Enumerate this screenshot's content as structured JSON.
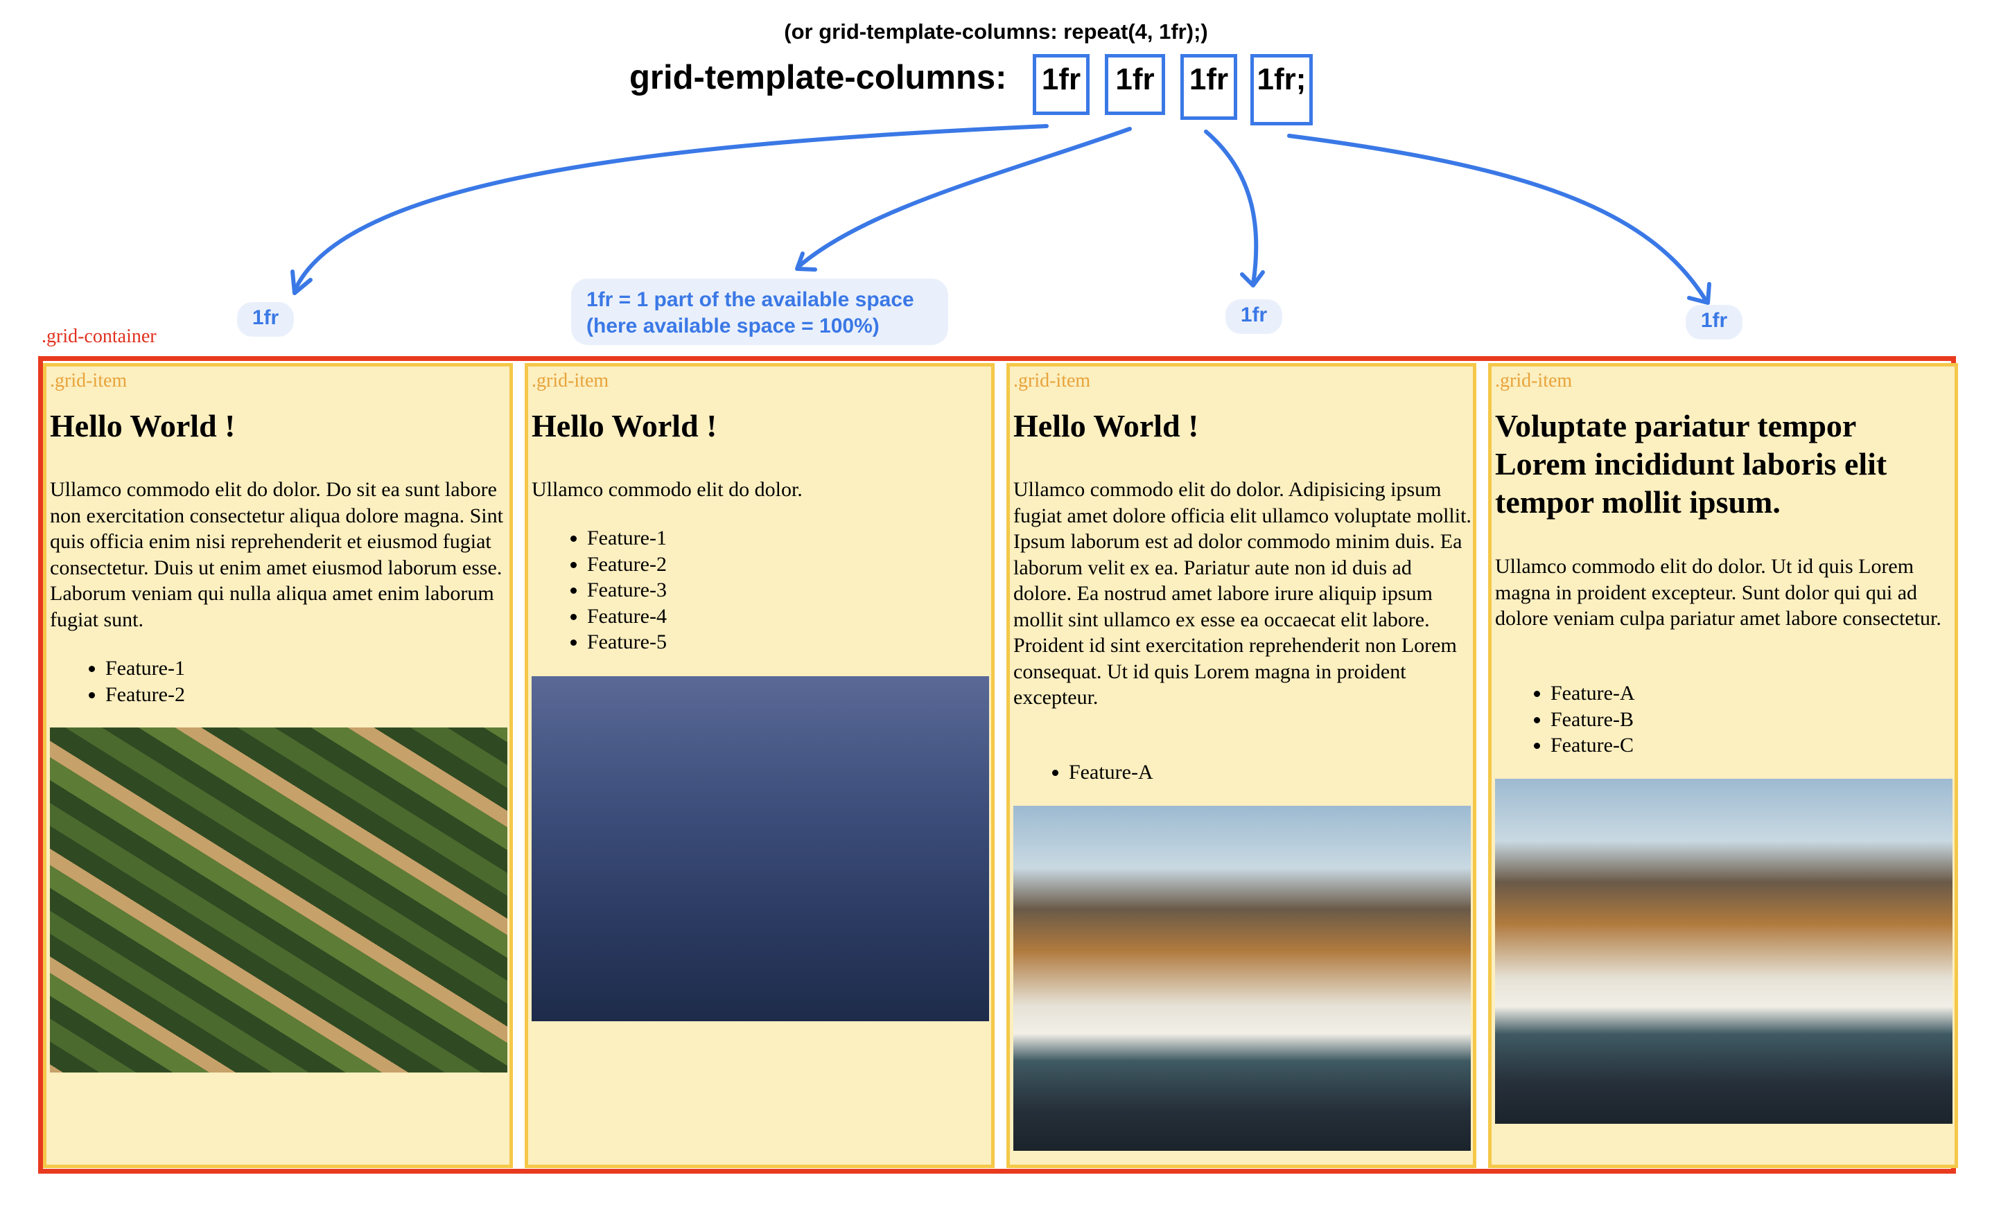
{
  "header": {
    "subtitle": "(or grid-template-columns: repeat(4, 1fr);)",
    "label": "grid-template-columns:",
    "boxes": [
      "1fr",
      "1fr",
      "1fr",
      "1fr;"
    ]
  },
  "annotations": {
    "col1": "1fr",
    "col2_line1": "1fr = 1 part of the available space",
    "col2_line2": "(here available space = 100%)",
    "col3": "1fr",
    "col4": "1fr"
  },
  "container_label": ".grid-container",
  "items": [
    {
      "label": ".grid-item",
      "title": "Hello World !",
      "text": "Ullamco commodo elit do dolor. Do sit ea sunt labore non exercitation consectetur aliqua dolore magna. Sint quis officia enim nisi reprehenderit et eiusmod fugiat consectetur. Duis ut enim amet eiusmod laborum esse. Laborum veniam qui nulla aliqua amet enim laborum fugiat sunt.",
      "features": [
        "Feature-1",
        "Feature-2"
      ],
      "image": "aerial-field-rows-photo"
    },
    {
      "label": ".grid-item",
      "title": "Hello World !",
      "text": "Ullamco commodo elit do dolor.",
      "features": [
        "Feature-1",
        "Feature-2",
        "Feature-3",
        "Feature-4",
        "Feature-5"
      ],
      "image": "ocean-water-photo"
    },
    {
      "label": ".grid-item",
      "title": "Hello World !",
      "text": "Ullamco commodo elit do dolor. Adipisicing ipsum fugiat amet dolore officia elit ullamco voluptate mollit. Ipsum laborum est ad dolor commodo minim duis. Ea laborum velit ex ea. Pariatur aute non id duis ad dolore. Ea nostrud amet labore irure aliquip ipsum mollit sint ullamco ex esse ea occaecat elit labore. Proident id sint exercitation reprehenderit non Lorem consequat. Ut id quis Lorem magna in proident excepteur.",
      "features": [
        "Feature-A"
      ],
      "image": "sailboat-harbor-photo"
    },
    {
      "label": ".grid-item",
      "title": "Voluptate pariatur tempor Lorem incididunt laboris elit tempor mollit ipsum.",
      "text": "Ullamco commodo elit do dolor. Ut id quis Lorem magna in proident excepteur. Sunt dolor qui qui ad dolore veniam culpa pariatur amet labore consectetur.",
      "features": [
        "Feature-A",
        "Feature-B",
        "Feature-C"
      ],
      "image": "sailboat-harbor-photo"
    }
  ],
  "colors": {
    "arrow": "#3a78e6",
    "container_border": "#e83a1f",
    "item_border": "#f5c84a",
    "item_bg": "#fcefc0",
    "item_label": "#e8a33a"
  }
}
